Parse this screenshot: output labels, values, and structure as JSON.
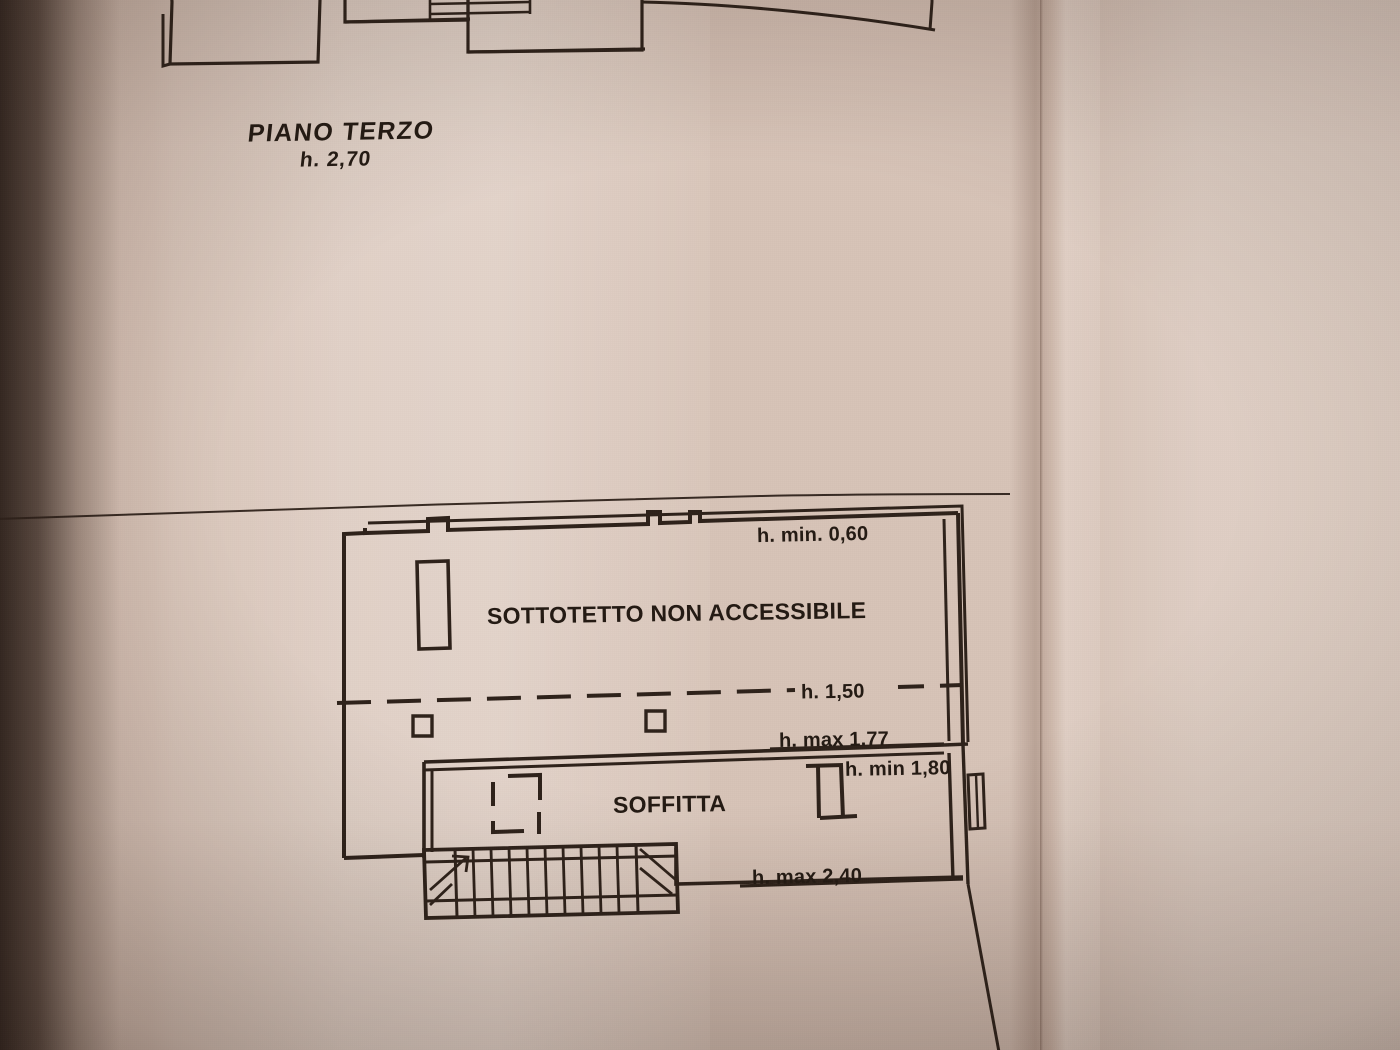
{
  "document": {
    "type": "architectural-floor-plan-photo",
    "language": "it",
    "paper_color": "#d7c3b7",
    "ink_color": "#2e221a"
  },
  "upper_plan": {
    "title": "PIANO TERZO",
    "height_note": "h. 2,70",
    "description": "partial plan outline cut off at top of page"
  },
  "lower_plan": {
    "rooms": [
      {
        "key": "sottotetto",
        "label": "SOTTOTETTO NON ACCESSIBILE"
      },
      {
        "key": "soffitta",
        "label": "SOFFITTA"
      }
    ],
    "height_annotations": [
      {
        "key": "h_min_060",
        "label": "h. min. 0,60",
        "value": 0.6,
        "kind": "min"
      },
      {
        "key": "h_150",
        "label": "h. 1,50",
        "value": 1.5,
        "kind": "line"
      },
      {
        "key": "h_max_177",
        "label": "h. max 1.77",
        "value": 1.77,
        "kind": "max"
      },
      {
        "key": "h_min_180",
        "label": "h. min 1,80",
        "value": 1.8,
        "kind": "min"
      },
      {
        "key": "h_max_240",
        "label": "h. max 2,40",
        "value": 2.4,
        "kind": "max"
      }
    ],
    "features": [
      {
        "key": "chimney-shaft",
        "name": "chimney-shaft-rectangle"
      },
      {
        "key": "column-left",
        "name": "small-square-column"
      },
      {
        "key": "column-middle",
        "name": "small-square-column"
      },
      {
        "key": "hatch-opening",
        "name": "dashed-square-opening"
      },
      {
        "key": "staircase",
        "name": "staircase-with-steps"
      },
      {
        "key": "window-right",
        "name": "window-opening-right-wall"
      },
      {
        "key": "dashed-ridge",
        "name": "dashed-height-line-1-50"
      }
    ]
  }
}
